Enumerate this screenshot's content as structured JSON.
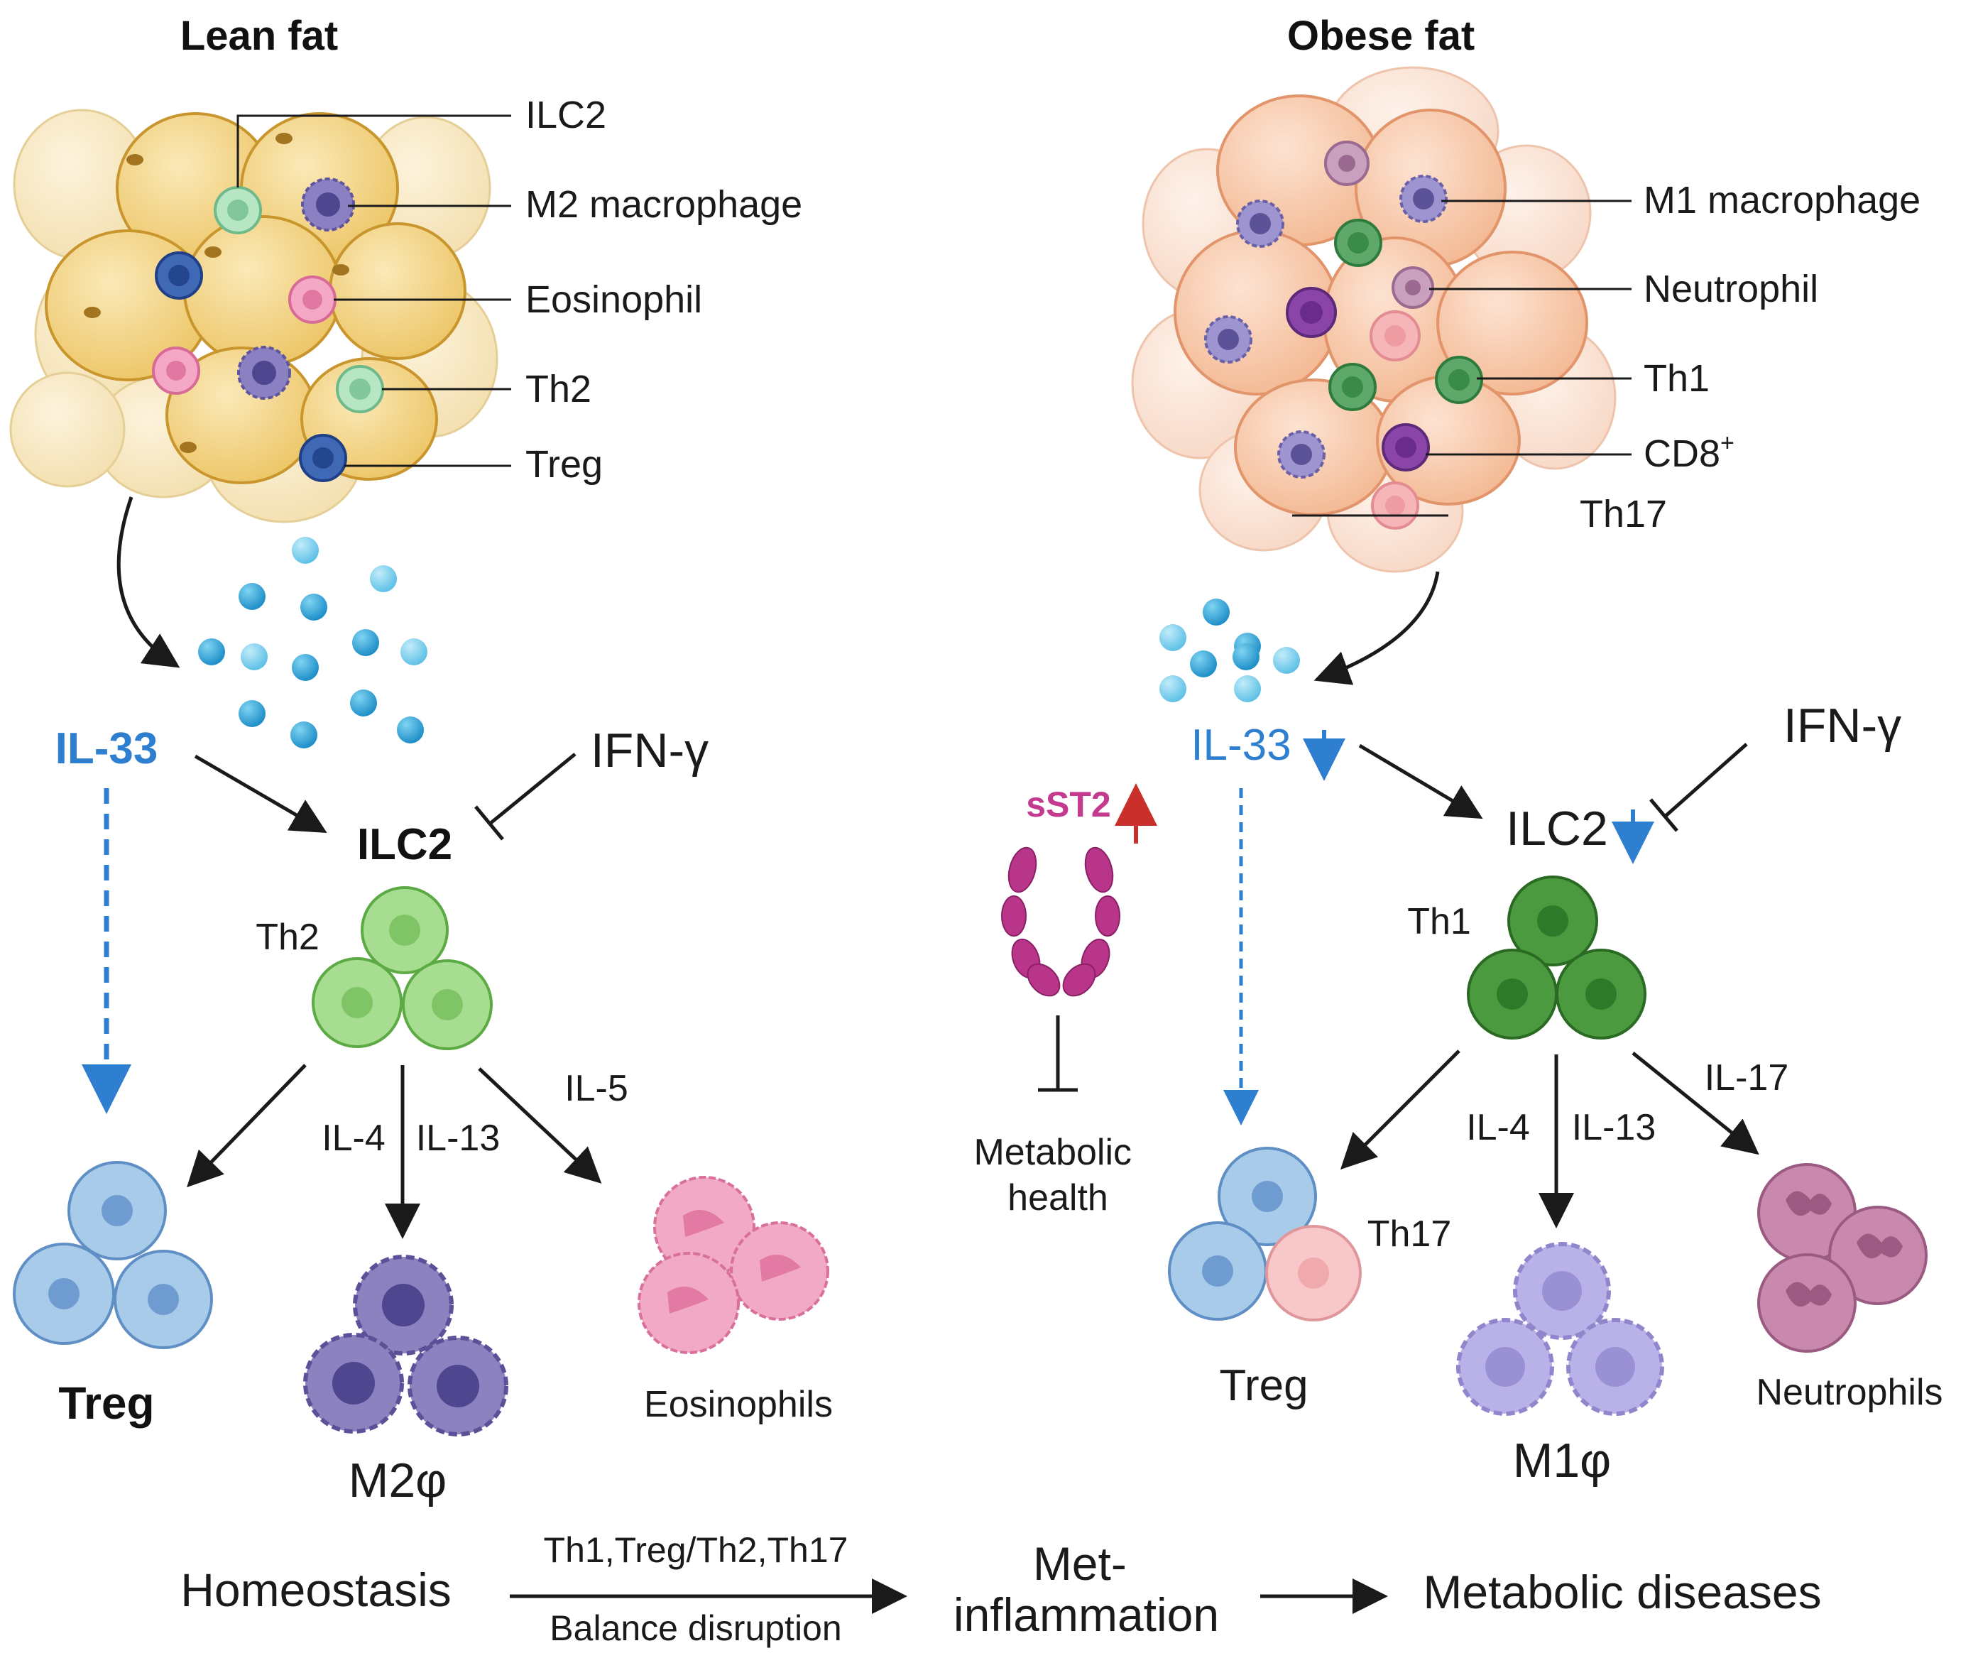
{
  "lean": {
    "title": "Lean fat",
    "callouts": [
      "ILC2",
      "M2 macrophage",
      "Eosinophil",
      "Th2",
      "Treg"
    ],
    "il33": "IL-33",
    "ifng": "IFN-γ",
    "ilc2": "ILC2",
    "th2": "Th2",
    "il4": "IL-4",
    "il13": "IL-13",
    "il5": "IL-5",
    "treg": "Treg",
    "m2": "M2φ",
    "eosinophils": "Eosinophils"
  },
  "obese": {
    "title": "Obese fat",
    "callouts": [
      "M1 macrophage",
      "Neutrophil",
      "Th1",
      "CD8",
      "Th17"
    ],
    "cd8_sup": "+",
    "il33": "IL-33",
    "sst2": "sST2",
    "ifng": "IFN-γ",
    "ilc2": "ILC2",
    "th1": "Th1",
    "metabolic_health": [
      "Metabolic",
      "health"
    ],
    "il4": "IL-4",
    "il13": "IL-13",
    "il17": "IL-17",
    "th17": "Th17",
    "treg": "Treg",
    "m1": "M1φ",
    "neutrophils": "Neutrophils"
  },
  "bottom": {
    "homeostasis": "Homeostasis",
    "arrow_top": "Th1,Treg/Th2,Th17",
    "arrow_bottom": "Balance disruption",
    "met_line1": "Met-",
    "met_line2": "inflammation",
    "diseases": "Metabolic diseases"
  },
  "colors": {
    "lean_adipocyte": "#f2d58a",
    "obese_adipocyte": "#f8c7a8",
    "il33_blue": "#2e7fd0",
    "sst2_magenta": "#c43a8e",
    "up_arrow_red": "#c9302c",
    "th2_green": "#8fd07a",
    "th1_green": "#3f8f35",
    "treg_blue": "#9cc3e6",
    "m2_purple": "#7d70b0",
    "m1_lavender": "#b7b0e6",
    "eosinophil_pink": "#ee9ab8",
    "neutrophil_mauve": "#c57fa6"
  }
}
